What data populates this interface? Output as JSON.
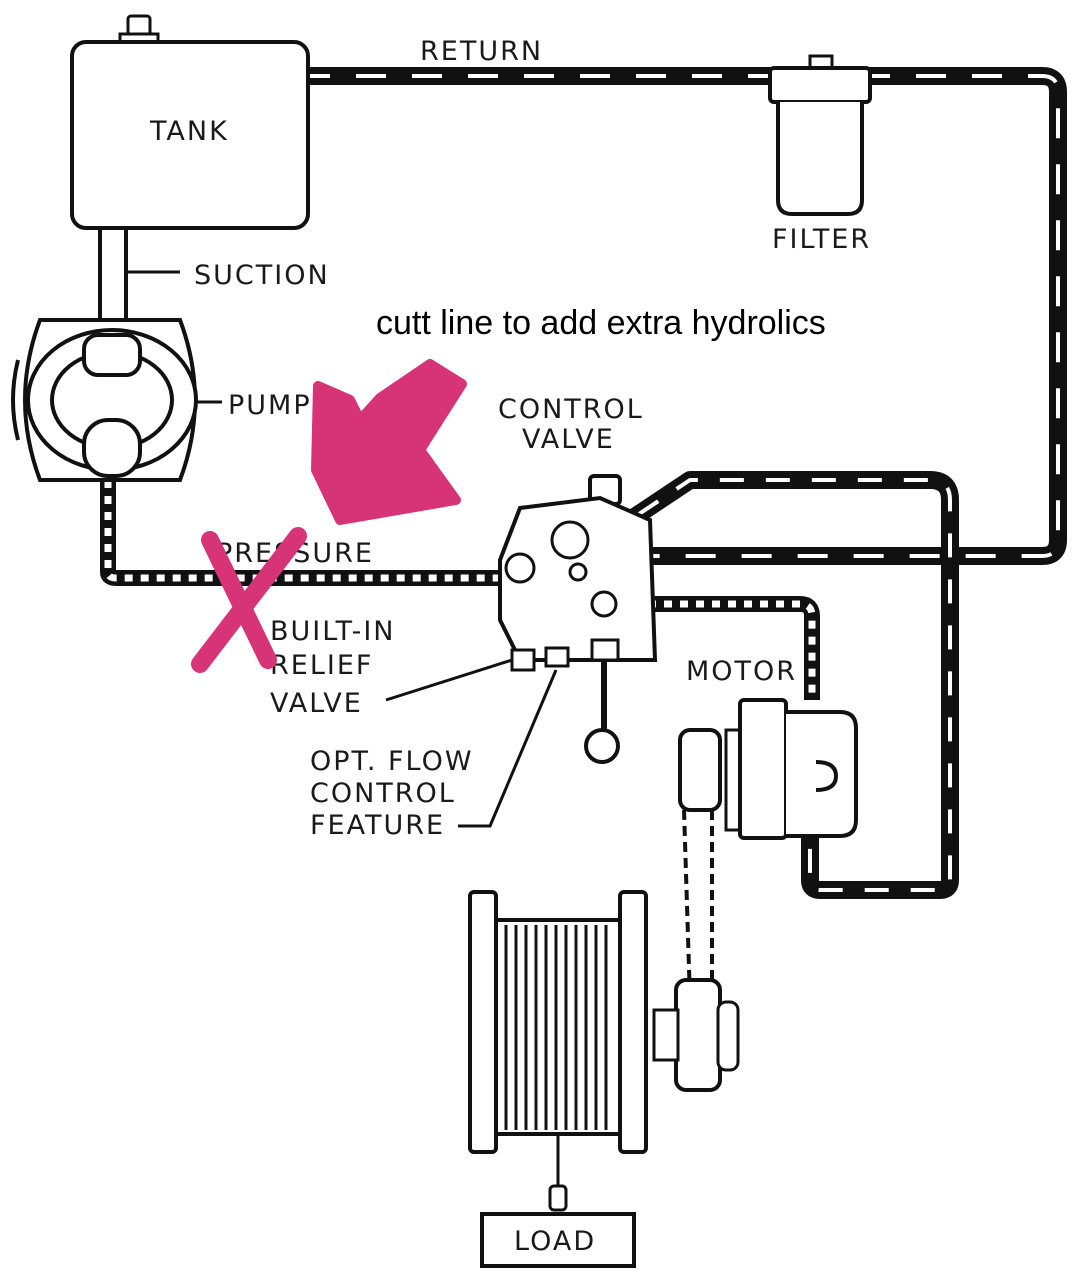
{
  "labels": {
    "tank": "TANK",
    "return": "RETURN",
    "filter": "FILTER",
    "suction": "SUCTION",
    "pump": "PUMP",
    "control_valve_line1": "CONTROL",
    "control_valve_line2": "VALVE",
    "pressure": "PRESSURE",
    "relief_line1": "BUILT-IN",
    "relief_line2": "RELIEF",
    "relief_line3": "VALVE",
    "flow_line1": "OPT. FLOW",
    "flow_line2": "CONTROL",
    "flow_line3": "FEATURE",
    "motor": "MOTOR",
    "load": "LOAD"
  },
  "annotation": {
    "note": "cutt line to add extra hydrolics",
    "color": "#d63477"
  },
  "colors": {
    "line": "#111111",
    "background": "#ffffff",
    "highlight": "#d63477"
  }
}
